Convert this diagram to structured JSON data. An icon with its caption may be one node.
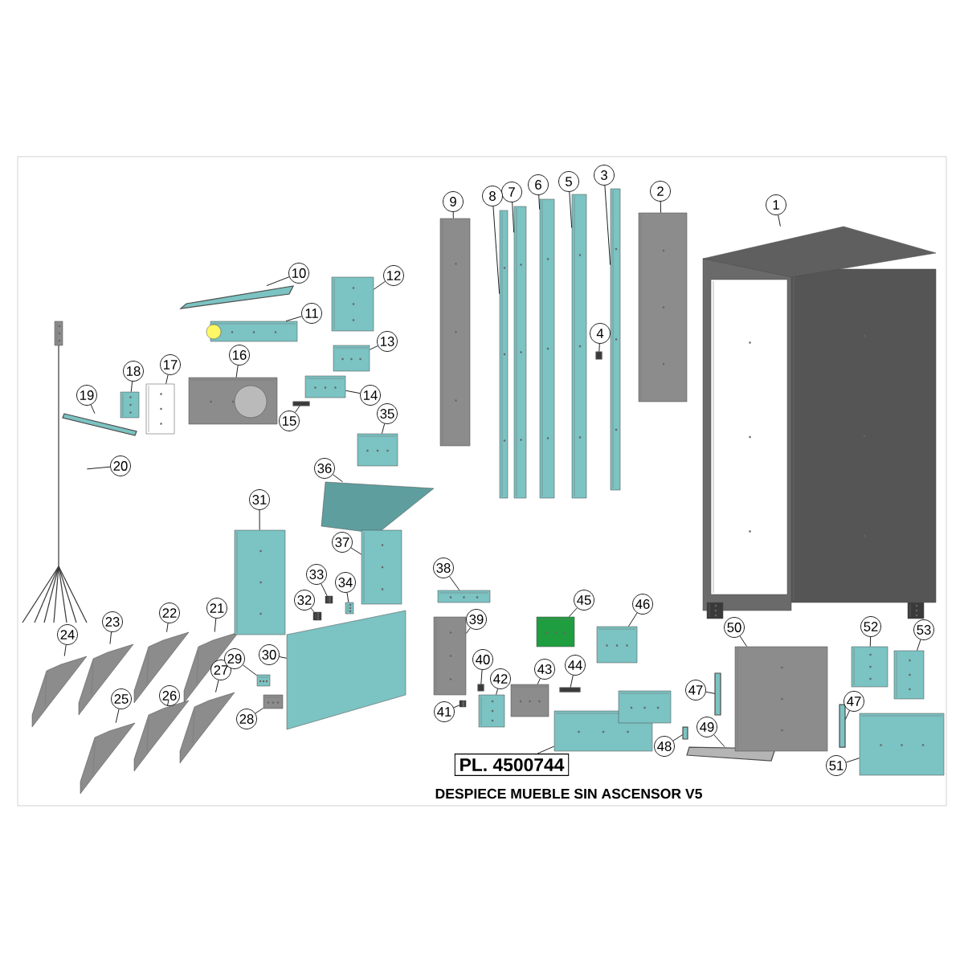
{
  "diagram": {
    "caption": "DESPIECE MUEBLE SIN ASCENSOR V5",
    "nodes": [
      {
        "text": [
          "1"
        ]
      },
      {
        "text": [
          "2"
        ]
      },
      {
        "text": [
          "3"
        ]
      },
      {
        "text": [
          "4"
        ]
      },
      {
        "text": [
          "5"
        ]
      },
      {
        "text": [
          "6"
        ]
      },
      {
        "text": [
          "7"
        ]
      },
      {
        "text": [
          "8"
        ]
      },
      {
        "text": [
          "9"
        ]
      },
      {
        "text": [
          "10"
        ]
      },
      {
        "text": [
          "11"
        ]
      },
      {
        "text": [
          "12"
        ]
      },
      {
        "text": [
          "13"
        ]
      },
      {
        "text": [
          "14"
        ]
      },
      {
        "text": [
          "15"
        ]
      },
      {
        "text": [
          "16"
        ]
      },
      {
        "text": [
          "17"
        ]
      },
      {
        "text": [
          "18"
        ]
      },
      {
        "text": [
          "19"
        ]
      },
      {
        "text": [
          "20"
        ]
      },
      {
        "text": [
          "21"
        ]
      },
      {
        "text": [
          "22"
        ]
      },
      {
        "text": [
          "23"
        ]
      },
      {
        "text": [
          "24"
        ]
      },
      {
        "text": [
          "25"
        ]
      },
      {
        "text": [
          "26"
        ]
      },
      {
        "text": [
          "27"
        ]
      },
      {
        "text": [
          "28"
        ]
      },
      {
        "text": [
          "29"
        ]
      },
      {
        "text": [
          "30"
        ]
      },
      {
        "text": [
          "31"
        ]
      },
      {
        "text": [
          "32"
        ]
      },
      {
        "text": [
          "33"
        ]
      },
      {
        "text": [
          "34"
        ]
      },
      {
        "text": [
          "35"
        ]
      },
      {
        "text": [
          "36"
        ]
      },
      {
        "text": [
          "37"
        ]
      },
      {
        "text": [
          "38"
        ]
      },
      {
        "text": [
          "39"
        ]
      },
      {
        "text": [
          "40"
        ]
      },
      {
        "text": [
          "41"
        ]
      },
      {
        "text": [
          "42"
        ]
      },
      {
        "text": [
          "43"
        ]
      },
      {
        "text": [
          "44"
        ]
      },
      {
        "text": [
          "45"
        ]
      },
      {
        "text": [
          "46"
        ]
      },
      {
        "text": [
          "47"
        ]
      },
      {
        "text": [
          "47"
        ]
      },
      {
        "text": [
          "48"
        ]
      },
      {
        "text": [
          "49"
        ]
      },
      {
        "text": [
          "50"
        ]
      },
      {
        "text": [
          "51"
        ]
      },
      {
        "text": [
          "52"
        ]
      },
      {
        "text": [
          "53"
        ]
      },
      {
        "text": [
          "PL. 4500744"
        ]
      },
      {
        "text": [],
        "shape": "picture"
      },
      {
        "text": [],
        "shape": "picture"
      },
      {
        "text": [],
        "shape": "picture"
      },
      {
        "text": [],
        "shape": "box"
      },
      {
        "text": [],
        "shape": "picture"
      },
      {
        "text": [],
        "shape": "picture"
      },
      {
        "text": [],
        "shape": "picture"
      },
      {
        "text": [],
        "shape": "picture"
      },
      {
        "text": [],
        "shape": "picture"
      },
      {
        "text": [],
        "shape": "bar"
      },
      {
        "text": [],
        "shape": "picture"
      },
      {
        "text": [],
        "shape": "picture"
      },
      {
        "text": [],
        "shape": "picture"
      },
      {
        "text": [],
        "shape": "picture"
      },
      {
        "text": [],
        "shape": "bar"
      },
      {
        "text": [],
        "shape": "picture"
      },
      {
        "text": [],
        "shape": "picture"
      },
      {
        "text": [],
        "shape": "picture"
      },
      {
        "text": [],
        "shape": "bar"
      },
      {
        "text": [],
        "shape": "picture"
      },
      {
        "text": [],
        "shape": "picture"
      },
      {
        "text": [],
        "shape": "picture"
      },
      {
        "text": [],
        "shape": "picture"
      },
      {
        "text": [],
        "shape": "picture"
      },
      {
        "text": [],
        "shape": "picture"
      },
      {
        "text": [],
        "shape": "picture"
      },
      {
        "text": [],
        "shape": "picture"
      },
      {
        "text": [],
        "shape": "picture"
      },
      {
        "text": [],
        "shape": "picture"
      },
      {
        "text": [],
        "shape": "picture"
      },
      {
        "text": [],
        "shape": "picture"
      },
      {
        "text": [],
        "shape": "picture"
      },
      {
        "text": [],
        "shape": "picture"
      },
      {
        "text": [],
        "shape": "picture"
      },
      {
        "text": [],
        "shape": "picture"
      },
      {
        "text": [],
        "shape": "picture"
      },
      {
        "text": [],
        "shape": "picture"
      },
      {
        "text": [],
        "shape": "picture"
      },
      {
        "text": [],
        "shape": "picture"
      },
      {
        "text": [],
        "shape": "box"
      },
      {
        "text": [],
        "shape": "picture"
      },
      {
        "text": [],
        "shape": "picture"
      },
      {
        "text": [],
        "shape": "picture"
      },
      {
        "text": [],
        "shape": "bar"
      },
      {
        "text": [],
        "shape": "picture"
      },
      {
        "text": [],
        "shape": "picture"
      },
      {
        "text": [],
        "shape": "bar"
      },
      {
        "text": [],
        "shape": "bar"
      },
      {
        "text": [],
        "shape": "box"
      },
      {
        "text": [],
        "shape": "bar"
      },
      {
        "text": [],
        "shape": "picture"
      },
      {
        "text": [],
        "shape": "picture"
      },
      {
        "text": [],
        "shape": "picture"
      },
      {
        "text": [],
        "shape": "picture"
      },
      {
        "text": [],
        "shape": "picture"
      }
    ],
    "edges": [
      {
        "from": 0,
        "to": 55,
        "arrow": "none"
      },
      {
        "from": 1,
        "to": 56,
        "arrow": "none"
      },
      {
        "from": 2,
        "to": 57,
        "arrow": "none"
      },
      {
        "from": 3,
        "to": 58,
        "arrow": "none"
      },
      {
        "from": 4,
        "to": 59,
        "arrow": "none"
      },
      {
        "from": 5,
        "to": 60,
        "arrow": "none"
      },
      {
        "from": 6,
        "to": 61,
        "arrow": "none"
      },
      {
        "from": 7,
        "to": 62,
        "arrow": "none"
      },
      {
        "from": 8,
        "to": 63,
        "arrow": "none"
      },
      {
        "from": 9,
        "to": 64,
        "arrow": "none"
      },
      {
        "from": 10,
        "to": 65,
        "arrow": "none"
      },
      {
        "from": 11,
        "to": 66,
        "arrow": "none"
      },
      {
        "from": 12,
        "to": 67,
        "arrow": "none"
      },
      {
        "from": 13,
        "to": 68,
        "arrow": "none"
      },
      {
        "from": 14,
        "to": 69,
        "arrow": "none"
      },
      {
        "from": 15,
        "to": 70,
        "arrow": "none"
      },
      {
        "from": 16,
        "to": 71,
        "arrow": "none"
      },
      {
        "from": 17,
        "to": 72,
        "arrow": "none"
      },
      {
        "from": 18,
        "to": 73,
        "arrow": "none"
      },
      {
        "from": 19,
        "to": 74,
        "arrow": "none"
      },
      {
        "from": 20,
        "to": 75,
        "arrow": "none"
      },
      {
        "from": 21,
        "to": 76,
        "arrow": "none"
      },
      {
        "from": 22,
        "to": 77,
        "arrow": "none"
      },
      {
        "from": 23,
        "to": 78,
        "arrow": "none"
      },
      {
        "from": 24,
        "to": 79,
        "arrow": "none"
      },
      {
        "from": 25,
        "to": 80,
        "arrow": "none"
      },
      {
        "from": 26,
        "to": 81,
        "arrow": "none"
      },
      {
        "from": 27,
        "to": 82,
        "arrow": "none"
      },
      {
        "from": 28,
        "to": 83,
        "arrow": "none"
      },
      {
        "from": 29,
        "to": 84,
        "arrow": "none"
      },
      {
        "from": 30,
        "to": 85,
        "arrow": "none"
      },
      {
        "from": 31,
        "to": 86,
        "arrow": "none"
      },
      {
        "from": 32,
        "to": 87,
        "arrow": "none"
      },
      {
        "from": 33,
        "to": 88,
        "arrow": "none"
      },
      {
        "from": 34,
        "to": 89,
        "arrow": "none"
      },
      {
        "from": 35,
        "to": 90,
        "arrow": "none"
      },
      {
        "from": 36,
        "to": 91,
        "arrow": "none"
      },
      {
        "from": 37,
        "to": 92,
        "arrow": "none"
      },
      {
        "from": 38,
        "to": 93,
        "arrow": "none"
      },
      {
        "from": 39,
        "to": 94,
        "arrow": "none"
      },
      {
        "from": 40,
        "to": 95,
        "arrow": "none"
      },
      {
        "from": 41,
        "to": 96,
        "arrow": "none"
      },
      {
        "from": 42,
        "to": 97,
        "arrow": "none"
      },
      {
        "from": 43,
        "to": 98,
        "arrow": "none"
      },
      {
        "from": 44,
        "to": 99,
        "arrow": "none"
      },
      {
        "from": 45,
        "to": 100,
        "arrow": "none"
      },
      {
        "from": 46,
        "to": 101,
        "arrow": "none"
      },
      {
        "from": 47,
        "to": 102,
        "arrow": "none"
      },
      {
        "from": 48,
        "to": 103,
        "arrow": "none"
      },
      {
        "from": 49,
        "to": 104,
        "arrow": "none"
      },
      {
        "from": 50,
        "to": 105,
        "arrow": "none"
      },
      {
        "from": 51,
        "to": 106,
        "arrow": "none"
      },
      {
        "from": 52,
        "to": 107,
        "arrow": "none"
      },
      {
        "from": 53,
        "to": 108,
        "arrow": "none"
      },
      {
        "from": 54,
        "to": 109,
        "arrow": "none"
      }
    ]
  }
}
